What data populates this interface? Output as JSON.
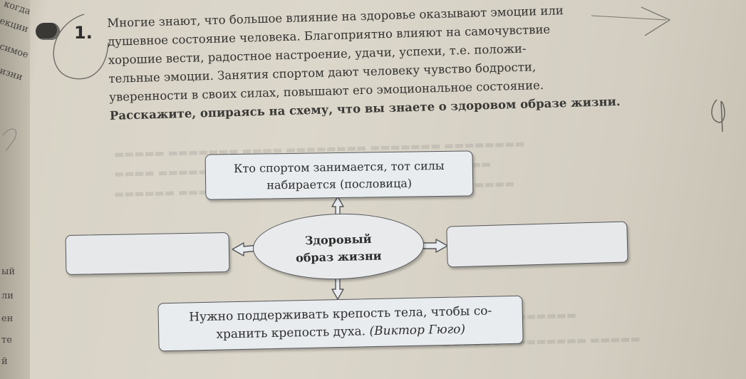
{
  "margin_words": [
    "когда",
    "екции",
    "симое",
    "изни",
    "ый",
    "ли",
    "ен",
    "те",
    "й"
  ],
  "task": {
    "number": "1.",
    "lines": [
      "Многие знают, что большое влияние на здоровье оказывают эмоции или",
      "душевное состояние человека. Благоприятно влияют на самочувствие",
      "хорошие вести, радостное настроение, удачи, успехи, т.е. положи-",
      "тельные эмоции. Занятия спортом дают человеку чувство бодрости,",
      "уверенности в своих силах, повышают его эмоциональное состояние."
    ],
    "instruction": "Расскажите, опираясь на схему, что вы знаете о здоровом образе жизни."
  },
  "diagram": {
    "center_line1": "Здоровый",
    "center_line2": "образ жизни",
    "top_line1": "Кто спортом занимается, тот силы",
    "top_line2": "набирается (пословица)",
    "bottom_line1": "Нужно поддерживать крепость тела, чтобы со-",
    "bottom_line2_main": "хранить крепость духа. ",
    "bottom_line2_author": "(Виктор Гюго)",
    "left_box": "",
    "right_box": ""
  },
  "colors": {
    "page": "#dcd7cb",
    "box_fill": "#e9ecef",
    "box_border": "#55565a",
    "text": "#343331"
  }
}
